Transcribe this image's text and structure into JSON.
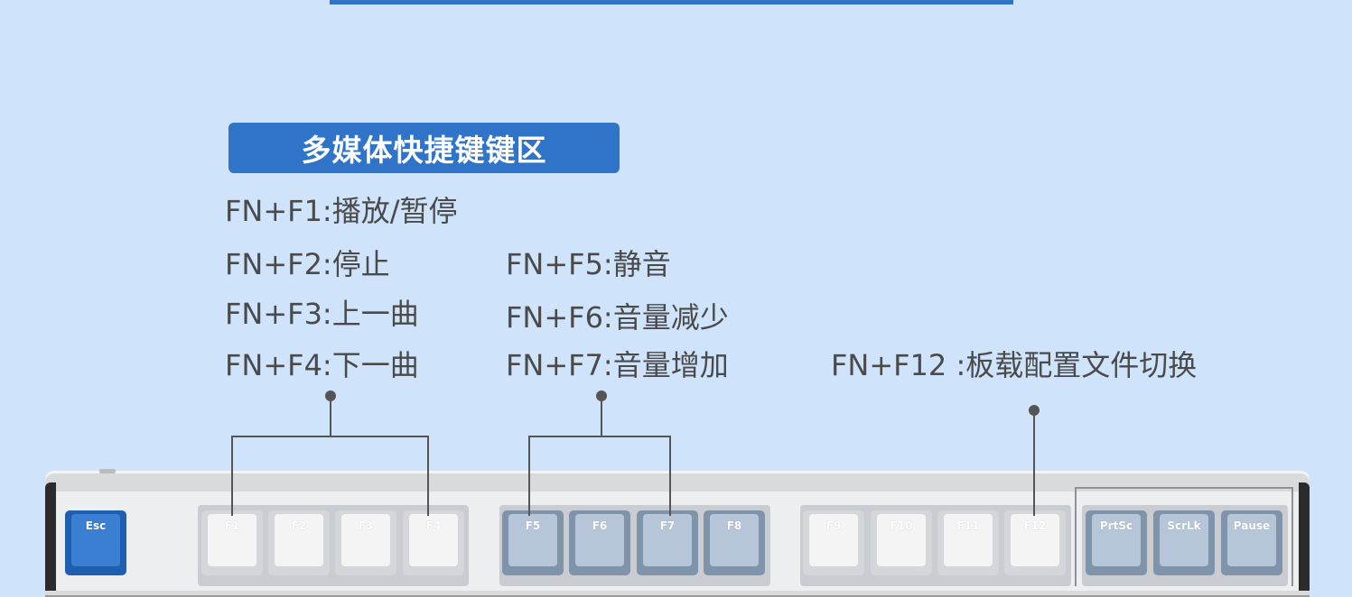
{
  "section": {
    "title": "多媒体快捷键键区"
  },
  "shortcuts": {
    "f1": "FN+F1:播放/暂停",
    "f2": "FN+F2:停止",
    "f3": "FN+F3:上一曲",
    "f4": "FN+F4:下一曲",
    "f5": "FN+F5:静音",
    "f6": "FN+F6:音量减少",
    "f7": "FN+F7:音量增加",
    "f12": "FN+F12 :板载配置文件切换"
  },
  "keys": {
    "esc": "Esc",
    "f1": "F1",
    "f2": "F2",
    "f3": "F3",
    "f4": "F4",
    "f5": "F5",
    "f6": "F6",
    "f7": "F7",
    "f8": "F8",
    "f9": "F9",
    "f10": "F10",
    "f11": "F11",
    "f12": "F12",
    "prtsc": "PrtSc",
    "scrlk": "ScrLk",
    "pause": "Pause"
  },
  "colors": {
    "background": "#cfe3fb",
    "accent": "#2f74c9",
    "text": "#4a4a4a",
    "connector": "#555555"
  }
}
